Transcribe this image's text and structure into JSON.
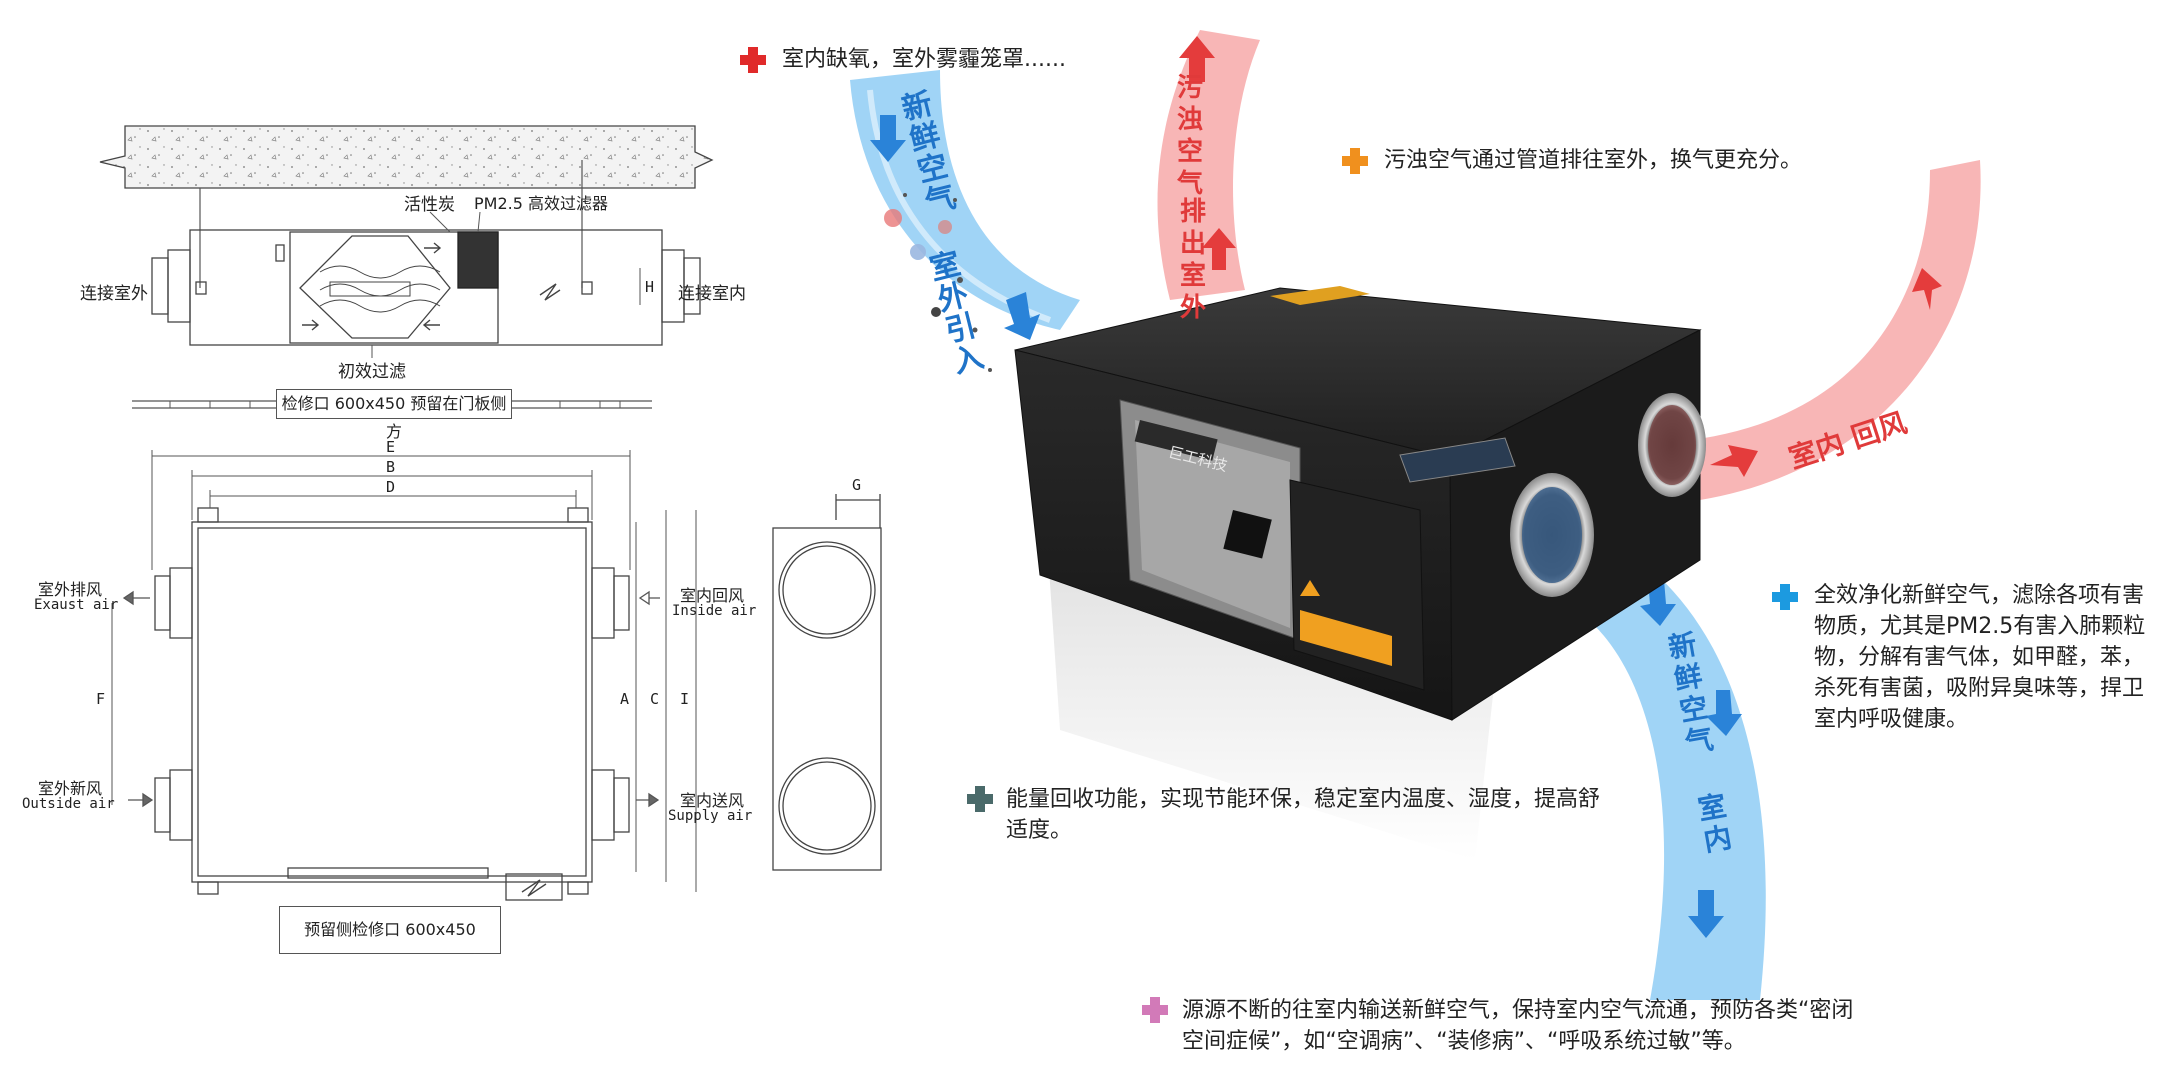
{
  "diagram": {
    "top_view": {
      "activated_carbon": "活性炭",
      "pm25_filter": "PM2.5 高效过滤器",
      "connect_outdoor": "连接室外",
      "connect_indoor": "连接室内",
      "primary_filter": "初效过滤",
      "height_mark": "H",
      "access_port_note": "检修口 600x450 预留在门板侧方"
    },
    "plan_view": {
      "dim_E": "E",
      "dim_B": "B",
      "dim_D": "D",
      "dim_F": "F",
      "dim_A": "A",
      "dim_C": "C",
      "dim_I": "I",
      "dim_G": "G",
      "exhaust_cn": "室外排风",
      "exhaust_en": "Exaust air",
      "fresh_cn": "室外新风",
      "fresh_en": "Outside air",
      "return_cn": "室内回风",
      "return_en": "Inside air",
      "supply_cn": "室内送风",
      "supply_en": "Supply air",
      "access_port_note": "预留侧检修口 600x450"
    }
  },
  "airflow_labels": {
    "fresh_in_1": "新鲜空气",
    "fresh_in_2": "室外引入",
    "exhaust_1": "污浊空气",
    "exhaust_2": "排出室外",
    "return": "室内 回风",
    "supply_1": "新鲜空气",
    "supply_2": "室内"
  },
  "notes": [
    {
      "color": "#e02a2a",
      "text": "室内缺氧，室外雾霾笼罩......"
    },
    {
      "color": "#f0901e",
      "text": "污浊空气通过管道排往室外，换气更充分。"
    },
    {
      "color": "#1c9ae0",
      "text": "全效净化新鲜空气，滤除各项有害物质，尤其是PM2.5有害入肺颗粒物，分解有害气体，如甲醛，苯，杀死有害菌，吸附异臭味等，捍卫室内呼吸健康。"
    },
    {
      "color": "#4a6a6a",
      "text": "能量回收功能，实现节能环保，稳定室内温度、湿度，提高舒适度。"
    },
    {
      "color": "#d27ab8",
      "text": "源源不断的往室内输送新鲜空气，保持室内空气流通，预防各类“密闭空间症候”，如“空调病”、“装修病”、“呼吸系统过敏”等。"
    }
  ],
  "product": {
    "brand": "巨工科技"
  }
}
